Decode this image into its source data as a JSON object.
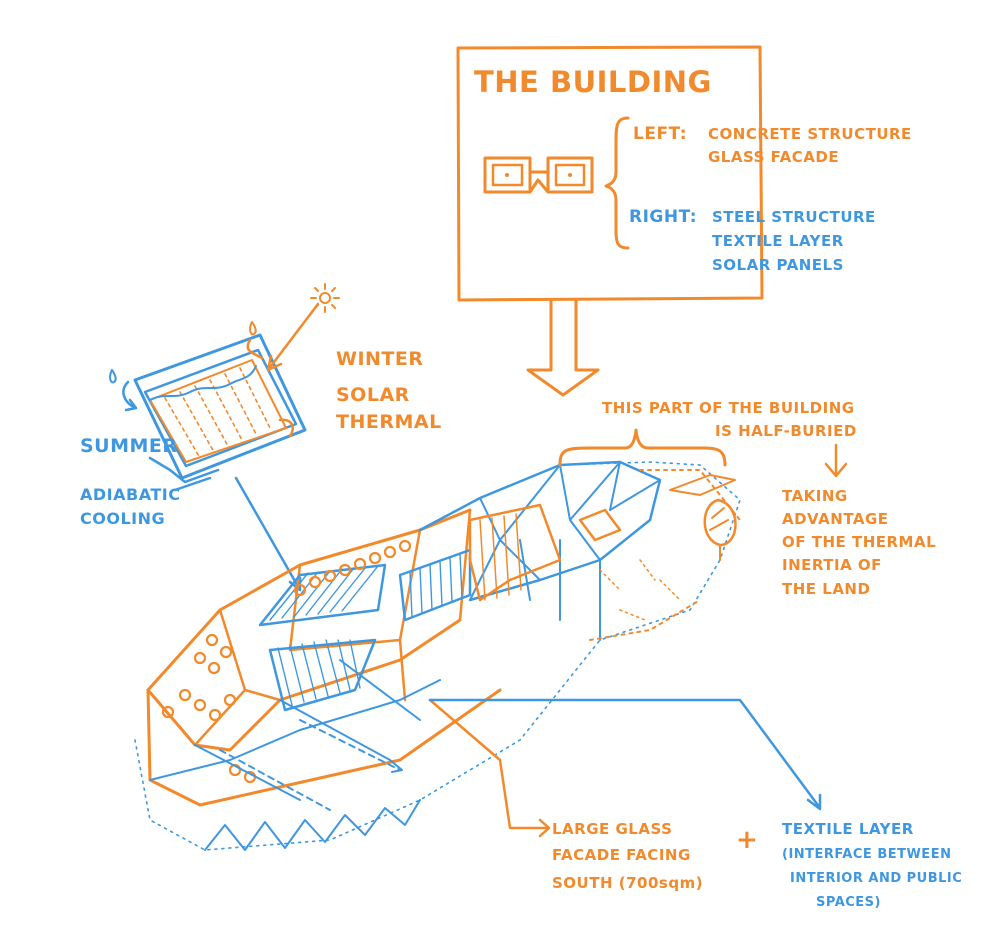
{
  "box": {
    "title": "THE BUILDING",
    "left_key": "LEFT:",
    "left_lines": [
      "CONCRETE STRUCTURE",
      "GLASS FACADE"
    ],
    "right_key": "RIGHT:",
    "right_lines": [
      "STEEL STRUCTURE",
      "TEXTILE LAYER",
      "SOLAR PANELS"
    ]
  },
  "panel": {
    "winter": "WINTER",
    "solar_thermal": [
      "SOLAR",
      "THERMAL"
    ],
    "summer": "SUMMER",
    "adiabatic": [
      "ADIABATIC",
      "COOLING"
    ]
  },
  "buried": {
    "note": [
      "THIS PART OF THE BUILDING",
      "IS HALF-BURIED"
    ],
    "advantage": [
      "TAKING",
      "ADVANTAGE",
      "OF THE THERMAL",
      "INERTIA OF",
      "THE LAND"
    ]
  },
  "facade": {
    "lines": [
      "LARGE GLASS",
      "FACADE FACING",
      "SOUTH (700sqm)"
    ],
    "plus": "+"
  },
  "textile": {
    "lines": [
      "TEXTILE LAYER",
      "(INTERFACE BETWEEN",
      "INTERIOR AND PUBLIC",
      "SPACES)"
    ]
  },
  "colors": {
    "orange": "#f2892b",
    "blue": "#3f97e0"
  }
}
